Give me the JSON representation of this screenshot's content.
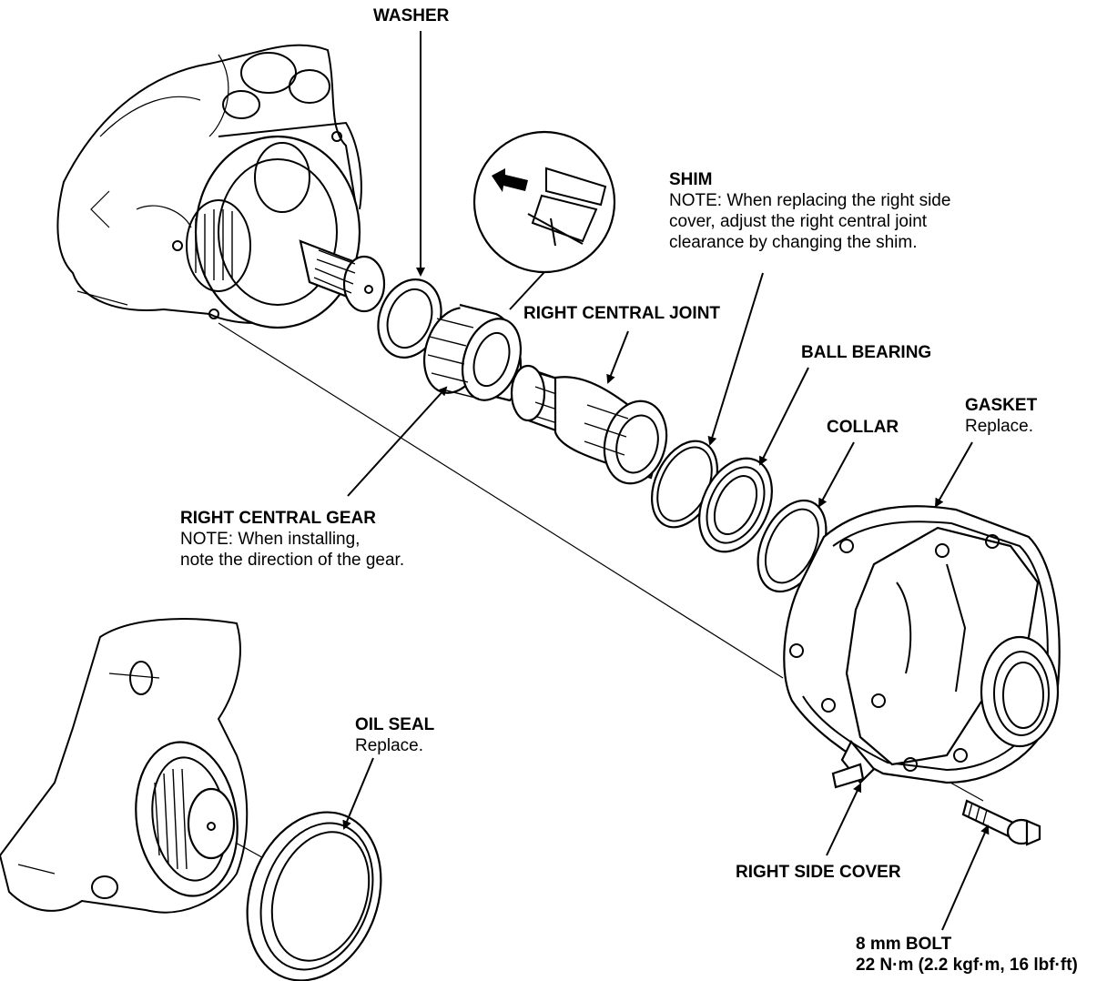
{
  "labels": {
    "washer": {
      "title": "WASHER"
    },
    "shim": {
      "title": "SHIM",
      "note": [
        "NOTE:  When replacing the right side",
        "cover, adjust the right central joint",
        "clearance by changing the shim."
      ]
    },
    "right_central_joint": {
      "title": "RIGHT CENTRAL JOINT"
    },
    "ball_bearing": {
      "title": "BALL BEARING"
    },
    "gasket": {
      "title": "GASKET",
      "note": "Replace."
    },
    "collar": {
      "title": "COLLAR"
    },
    "right_central_gear": {
      "title": "RIGHT CENTRAL GEAR",
      "note": [
        "NOTE:  When installing,",
        "note the direction of the gear."
      ]
    },
    "oil_seal": {
      "title": "OIL SEAL",
      "note": "Replace."
    },
    "right_side_cover": {
      "title": "RIGHT SIDE COVER"
    },
    "bolt": {
      "title": "8 mm BOLT",
      "torque": "22 N·m (2.2 kgf·m, 16 lbf·ft)"
    }
  }
}
